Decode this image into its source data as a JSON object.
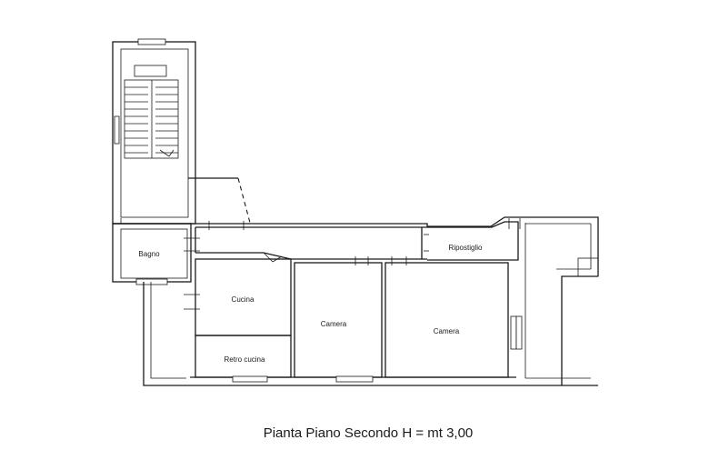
{
  "plan": {
    "rooms": {
      "bagno": "Bagno",
      "ripostiglio": "Ripostiglio",
      "cucina": "Cucina",
      "retro_cucina": "Retro cucina",
      "camera_1": "Camera",
      "camera_2": "Camera"
    },
    "caption": "Pianta Piano Secondo H = mt 3,00"
  }
}
